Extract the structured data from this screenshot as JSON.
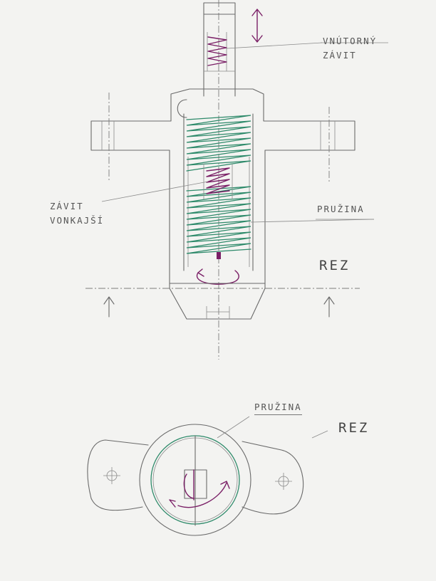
{
  "labels": {
    "vnutorny_line1": "VNÚTORNÝ",
    "vnutorny_line2": "ZÁVIT",
    "zavit_line1": "ZÁVIT",
    "zavit_line2": "VONKAJŠÍ",
    "pruzina_side": "PRUŽINA",
    "pruzina_top": "PRUŽINA",
    "rez_side": "REZ",
    "rez_top": "REZ"
  },
  "colors": {
    "paper": "#f3f3f1",
    "pencil": "#6a6a6a",
    "spring": "#2e8a6a",
    "thread": "#7a1f66"
  }
}
